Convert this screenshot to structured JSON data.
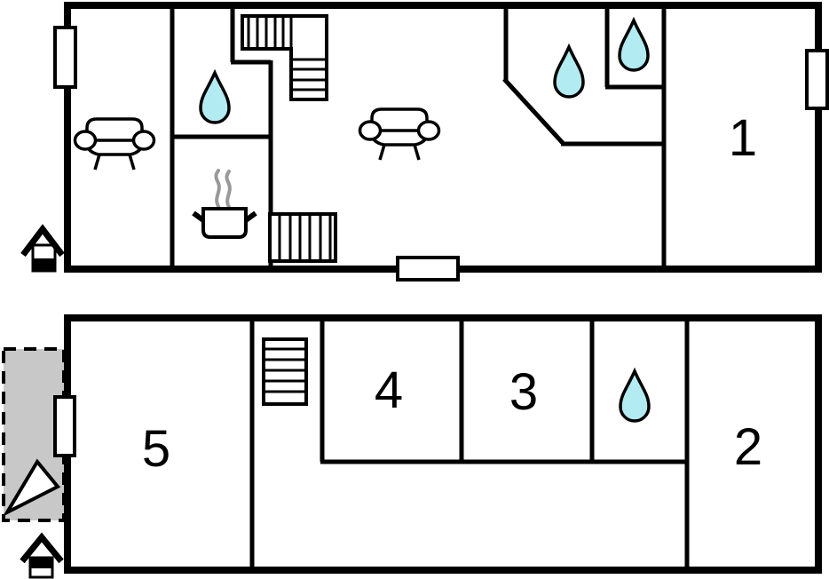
{
  "floor_plan": {
    "background": "#ffffff",
    "colors": {
      "wall": "#000000",
      "water_drop": "#b2ebf2",
      "porch": "#c8c8c8",
      "steam": "#999999",
      "label": "#000000"
    },
    "upper_floor": {
      "room_labels": {
        "room1": "1"
      },
      "icons": [
        "sofa-icon",
        "sofa-icon",
        "water-drop-icon",
        "water-drop-icon",
        "water-drop-icon",
        "cooking-pot-icon",
        "staircase-icon",
        "staircase-icon",
        "window",
        "window",
        "door",
        "entrance-house-icon"
      ]
    },
    "lower_floor": {
      "room_labels": {
        "room2": "2",
        "room3": "3",
        "room4": "4",
        "room5": "5"
      },
      "icons": [
        "staircase-icon",
        "water-drop-icon",
        "window",
        "entrance-house-icon",
        "entry-triangle-icon",
        "porch"
      ]
    }
  }
}
